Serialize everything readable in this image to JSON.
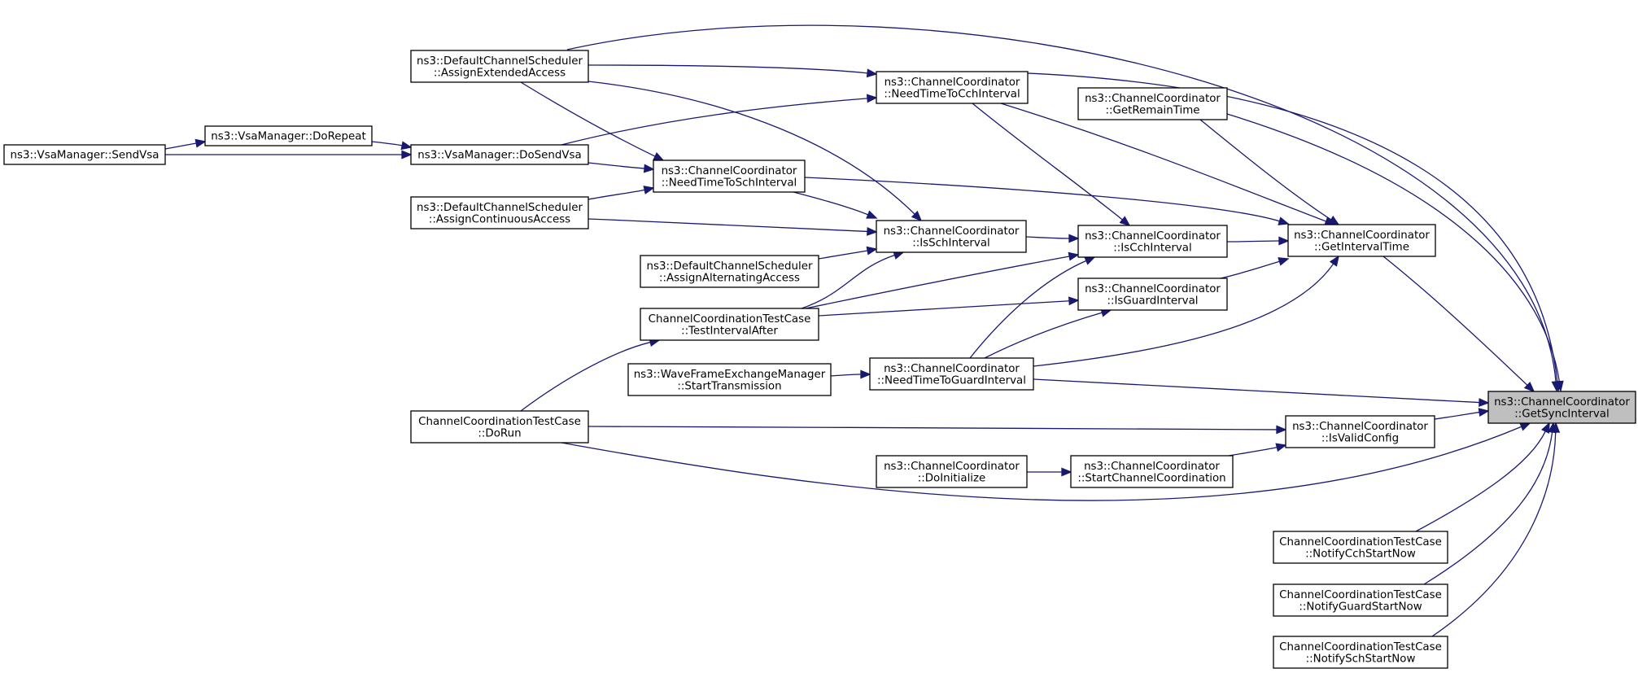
{
  "graph": {
    "focus_node": "n_getsync",
    "nodes": [
      {
        "id": "n_getsync",
        "lines": [
          "ns3::ChannelCoordinator",
          "::GetSyncInterval"
        ]
      },
      {
        "id": "n_assign_ext",
        "lines": [
          "ns3::DefaultChannelScheduler",
          "::AssignExtendedAccess"
        ]
      },
      {
        "id": "n_need_cch",
        "lines": [
          "ns3::ChannelCoordinator",
          "::NeedTimeToCchInterval"
        ]
      },
      {
        "id": "n_remain",
        "lines": [
          "ns3::ChannelCoordinator",
          "::GetRemainTime"
        ]
      },
      {
        "id": "n_sendvsa",
        "lines": [
          "ns3::VsaManager::SendVsa"
        ]
      },
      {
        "id": "n_dorepeat",
        "lines": [
          "ns3::VsaManager::DoRepeat"
        ]
      },
      {
        "id": "n_dosendvsa",
        "lines": [
          "ns3::VsaManager::DoSendVsa"
        ]
      },
      {
        "id": "n_need_sch",
        "lines": [
          "ns3::ChannelCoordinator",
          "::NeedTimeToSchInterval"
        ]
      },
      {
        "id": "n_assign_cont",
        "lines": [
          "ns3::DefaultChannelScheduler",
          "::AssignContinuousAccess"
        ]
      },
      {
        "id": "n_issch",
        "lines": [
          "ns3::ChannelCoordinator",
          "::IsSchInterval"
        ]
      },
      {
        "id": "n_iscch",
        "lines": [
          "ns3::ChannelCoordinator",
          "::IsCchInterval"
        ]
      },
      {
        "id": "n_getinterval",
        "lines": [
          "ns3::ChannelCoordinator",
          "::GetIntervalTime"
        ]
      },
      {
        "id": "n_assign_alt",
        "lines": [
          "ns3::DefaultChannelScheduler",
          "::AssignAlternatingAccess"
        ]
      },
      {
        "id": "n_isguard",
        "lines": [
          "ns3::ChannelCoordinator",
          "::IsGuardInterval"
        ]
      },
      {
        "id": "n_testafter",
        "lines": [
          "ChannelCoordinationTestCase",
          "::TestIntervalAfter"
        ]
      },
      {
        "id": "n_wave",
        "lines": [
          "ns3::WaveFrameExchangeManager",
          "::StartTransmission"
        ]
      },
      {
        "id": "n_need_guard",
        "lines": [
          "ns3::ChannelCoordinator",
          "::NeedTimeToGuardInterval"
        ]
      },
      {
        "id": "n_dorun",
        "lines": [
          "ChannelCoordinationTestCase",
          "::DoRun"
        ]
      },
      {
        "id": "n_isvalid",
        "lines": [
          "ns3::ChannelCoordinator",
          "::IsValidConfig"
        ]
      },
      {
        "id": "n_doinit",
        "lines": [
          "ns3::ChannelCoordinator",
          "::DoInitialize"
        ]
      },
      {
        "id": "n_startcoord",
        "lines": [
          "ns3::ChannelCoordinator",
          "::StartChannelCoordination"
        ]
      },
      {
        "id": "n_notify_cch",
        "lines": [
          "ChannelCoordinationTestCase",
          "::NotifyCchStartNow"
        ]
      },
      {
        "id": "n_notify_guard",
        "lines": [
          "ChannelCoordinationTestCase",
          "::NotifyGuardStartNow"
        ]
      },
      {
        "id": "n_notify_sch",
        "lines": [
          "ChannelCoordinationTestCase",
          "::NotifySchStartNow"
        ]
      }
    ],
    "edges": [
      {
        "from": "n_assign_ext",
        "to": "n_getsync"
      },
      {
        "from": "n_assign_ext",
        "to": "n_need_cch"
      },
      {
        "from": "n_assign_ext",
        "to": "n_need_sch"
      },
      {
        "from": "n_assign_ext",
        "to": "n_issch"
      },
      {
        "from": "n_need_cch",
        "to": "n_getsync"
      },
      {
        "from": "n_need_cch",
        "to": "n_getinterval"
      },
      {
        "from": "n_need_cch",
        "to": "n_iscch"
      },
      {
        "from": "n_remain",
        "to": "n_getsync"
      },
      {
        "from": "n_remain",
        "to": "n_getinterval"
      },
      {
        "from": "n_sendvsa",
        "to": "n_dorepeat"
      },
      {
        "from": "n_sendvsa",
        "to": "n_dosendvsa"
      },
      {
        "from": "n_dorepeat",
        "to": "n_dosendvsa"
      },
      {
        "from": "n_dosendvsa",
        "to": "n_need_cch"
      },
      {
        "from": "n_dosendvsa",
        "to": "n_need_sch"
      },
      {
        "from": "n_need_sch",
        "to": "n_getinterval"
      },
      {
        "from": "n_need_sch",
        "to": "n_issch"
      },
      {
        "from": "n_assign_cont",
        "to": "n_need_sch"
      },
      {
        "from": "n_assign_cont",
        "to": "n_issch"
      },
      {
        "from": "n_issch",
        "to": "n_iscch"
      },
      {
        "from": "n_assign_alt",
        "to": "n_issch"
      },
      {
        "from": "n_iscch",
        "to": "n_getinterval"
      },
      {
        "from": "n_getinterval",
        "to": "n_getsync"
      },
      {
        "from": "n_isguard",
        "to": "n_getinterval"
      },
      {
        "from": "n_testafter",
        "to": "n_issch"
      },
      {
        "from": "n_testafter",
        "to": "n_iscch"
      },
      {
        "from": "n_testafter",
        "to": "n_isguard"
      },
      {
        "from": "n_wave",
        "to": "n_need_guard"
      },
      {
        "from": "n_need_guard",
        "to": "n_getsync"
      },
      {
        "from": "n_need_guard",
        "to": "n_getinterval"
      },
      {
        "from": "n_need_guard",
        "to": "n_iscch"
      },
      {
        "from": "n_need_guard",
        "to": "n_isguard"
      },
      {
        "from": "n_dorun",
        "to": "n_getsync"
      },
      {
        "from": "n_dorun",
        "to": "n_testafter"
      },
      {
        "from": "n_dorun",
        "to": "n_isvalid"
      },
      {
        "from": "n_isvalid",
        "to": "n_getsync"
      },
      {
        "from": "n_doinit",
        "to": "n_startcoord"
      },
      {
        "from": "n_startcoord",
        "to": "n_isvalid"
      },
      {
        "from": "n_notify_cch",
        "to": "n_getsync"
      },
      {
        "from": "n_notify_guard",
        "to": "n_getsync"
      },
      {
        "from": "n_notify_sch",
        "to": "n_getsync"
      }
    ]
  }
}
